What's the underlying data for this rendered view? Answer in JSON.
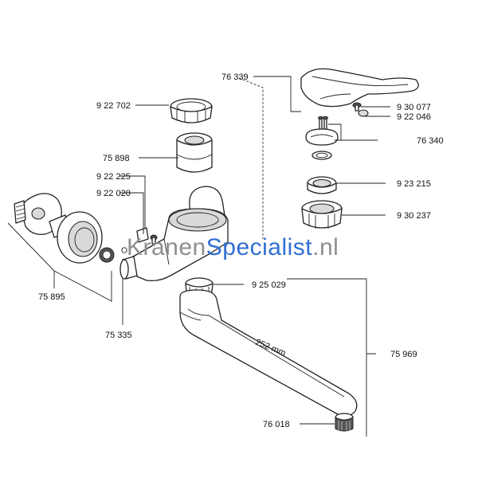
{
  "parts": [
    "76 339",
    "9 22 702",
    "75 898",
    "9 22 225",
    "9 22 020",
    "9 30 077",
    "9 22 046",
    "76 340",
    "9 23 215",
    "9 30 237",
    "9 25 029",
    "75 895",
    "75 335",
    "75 969",
    "76 018"
  ],
  "dimension": {
    "spout_length": "252 mm"
  },
  "watermark": {
    "part1": "Kranen",
    "part2": "Specialist",
    "part3": ".nl"
  },
  "colors": {
    "line": "#222222",
    "shade": "#d9d9d9",
    "watermark_grey": "#8e8e8e",
    "watermark_blue": "#2f6fd1"
  }
}
